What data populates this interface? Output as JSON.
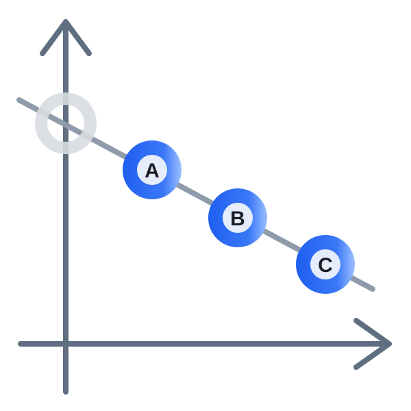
{
  "diagram": {
    "colors": {
      "axis": "#5f6e80",
      "line": "#8e9bab",
      "marker_fill": "#2f6df6",
      "marker_fill_light": "#8db4ff",
      "marker_center": "#e9f0fc",
      "marker_text": "#1b1e24",
      "ghost_ring": "#d8dbe0"
    },
    "points": [
      {
        "label": "A",
        "x": 1,
        "y": 3
      },
      {
        "label": "B",
        "x": 2,
        "y": 2
      },
      {
        "label": "C",
        "x": 3,
        "y": 1
      }
    ],
    "ghost_point": {
      "x": 0,
      "y": 4
    }
  }
}
